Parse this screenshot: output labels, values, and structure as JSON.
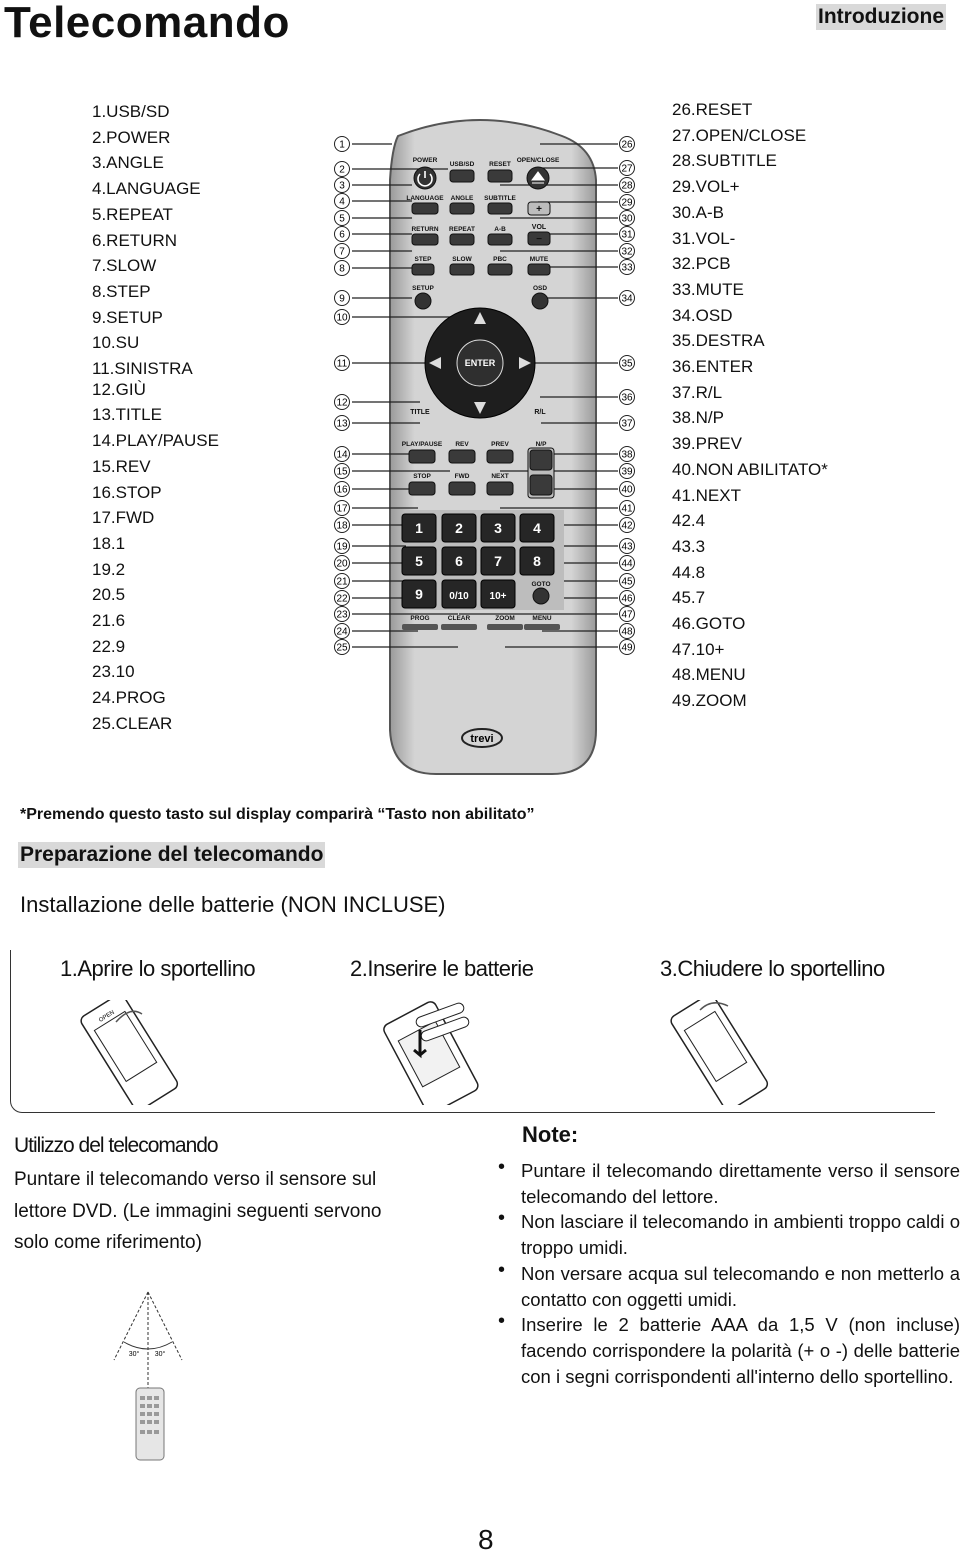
{
  "header": {
    "title": "Telecomando",
    "section": "Introduzione"
  },
  "legend_left": [
    "1.USB/SD",
    "2.POWER",
    "3.ANGLE",
    "4.LANGUAGE",
    "5.REPEAT",
    "6.RETURN",
    "7.SLOW",
    "8.STEP",
    "9.SETUP",
    "10.SU",
    "11.SINISTRA",
    "12.GIÙ",
    "13.TITLE",
    "14.PLAY/PAUSE",
    "15.REV",
    "16.STOP",
    "17.FWD",
    "18.1",
    "19.2",
    "20.5",
    "21.6",
    "22.9",
    "23.10",
    "24.PROG",
    "25.CLEAR"
  ],
  "legend_right": [
    "26.RESET",
    "27.OPEN/CLOSE",
    "28.SUBTITLE",
    "29.VOL+",
    "30.A-B",
    "31.VOL-",
    "32.PCB",
    "33.MUTE",
    "34.OSD",
    "35.DESTRA",
    "36.ENTER",
    "37.R/L",
    "38.N/P",
    "39.PREV",
    "40.NON ABILITATO*",
    "41.NEXT",
    "42.4",
    "43.3",
    "44.8",
    "45.7",
    "46.GOTO",
    "47.10+",
    "48.MENU",
    "49.ZOOM"
  ],
  "remote": {
    "buttons": {
      "power": "POWER",
      "usb_sd": "USB/SD",
      "reset": "RESET",
      "open_close": "OPEN/CLOSE",
      "language": "LANGUAGE",
      "angle": "ANGLE",
      "subtitle": "SUBTITLE",
      "return": "RETURN",
      "repeat": "REPEAT",
      "ab": "A-B",
      "vol": "VOL",
      "vol_plus": "+",
      "vol_minus": "−",
      "step": "STEP",
      "slow": "SLOW",
      "pbc": "PBC",
      "mute": "MUTE",
      "setup": "SETUP",
      "osd": "OSD",
      "enter": "ENTER",
      "title": "TITLE",
      "rl": "R/L",
      "play_pause": "PLAY/PAUSE",
      "rev": "REV",
      "prev": "PREV",
      "np": "N/P",
      "stop": "STOP",
      "fwd": "FWD",
      "next": "NEXT",
      "goto": "GOTO",
      "prog": "PROG",
      "clear": "CLEAR",
      "zoom": "ZOOM",
      "menu": "MENU",
      "brand": "trevi"
    },
    "keypad": [
      "1",
      "2",
      "3",
      "4",
      "5",
      "6",
      "7",
      "8",
      "9",
      "0/10",
      "10+"
    ],
    "callouts_left": [
      "1",
      "2",
      "3",
      "4",
      "5",
      "6",
      "7",
      "8",
      "9",
      "10",
      "11",
      "12",
      "13",
      "14",
      "15",
      "16",
      "17",
      "18",
      "19",
      "20",
      "21",
      "22",
      "23",
      "24",
      "25"
    ],
    "callouts_right": [
      "26",
      "27",
      "28",
      "29",
      "30",
      "31",
      "32",
      "33",
      "34",
      "35",
      "36",
      "37",
      "38",
      "39",
      "40",
      "41",
      "42",
      "43",
      "44",
      "45",
      "46",
      "47",
      "48",
      "49"
    ]
  },
  "footnote": "*Premendo questo tasto sul display comparirà “Tasto non abilitato”",
  "preparation": {
    "heading": "Preparazione del telecomando",
    "subheading": "Installazione delle batterie (NON INCLUSE)",
    "steps": [
      "1.Aprire lo sportellino",
      "2.Inserire le batterie",
      "3.Chiudere lo sportellino"
    ],
    "open_label": "OPEN"
  },
  "usage": {
    "title": "Utilizzo del telecomando",
    "text": "Puntare il telecomando verso il sensore sul lettore DVD. (Le immagini seguenti servono solo come riferimento)",
    "angle_left": "30°",
    "angle_right": "30°"
  },
  "notes": {
    "title": "Note:",
    "items": [
      "Puntare il telecomando direttamente verso il sensore telecomando del lettore.",
      "Non lasciare il telecomando in ambienti troppo caldi o troppo umidi.",
      "Non versare acqua sul telecomando e non metterlo a contatto con oggetti umidi.",
      "Inserire le 2 batterie AAA da 1,5 V (non incluse) facendo corrispondere la polarità (+ o -) delle batterie con i segni corrispondenti all'interno dello sportellino."
    ]
  },
  "page_number": "8"
}
